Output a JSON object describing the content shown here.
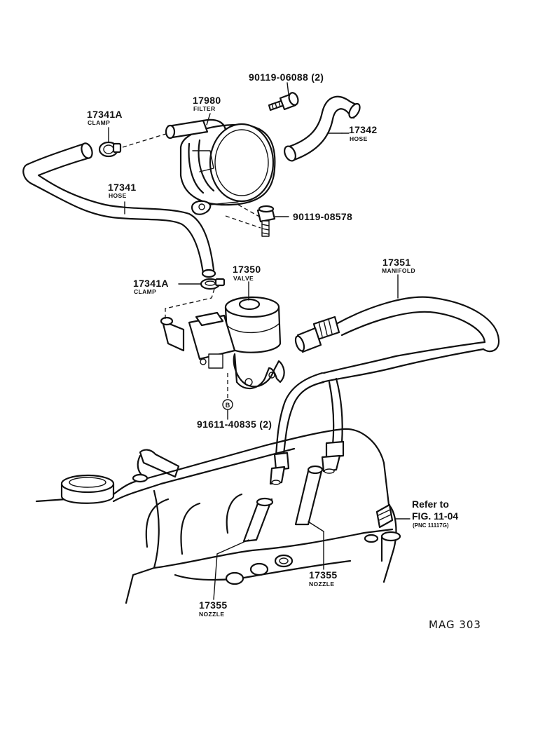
{
  "parts": {
    "bolt_top": {
      "number": "90119-06088 (2)"
    },
    "filter": {
      "number": "17980",
      "name": "FILTER"
    },
    "clamp_upper": {
      "number": "17341A",
      "name": "CLAMP"
    },
    "hose_17342": {
      "number": "17342",
      "name": "HOSE"
    },
    "hose_17341": {
      "number": "17341",
      "name": "HOSE"
    },
    "bolt_filter": {
      "number": "90119-08578"
    },
    "manifold": {
      "number": "17351",
      "name": "MANIFOLD"
    },
    "valve": {
      "number": "17350",
      "name": "VALVE"
    },
    "clamp_lower": {
      "number": "17341A",
      "name": "CLAMP"
    },
    "stud": {
      "callout": "B",
      "number": "91611-40835 (2)"
    },
    "nozzle_right": {
      "number": "17355",
      "name": "NOZZLE"
    },
    "nozzle_left": {
      "number": "17355",
      "name": "NOZZLE"
    }
  },
  "reference": {
    "line1": "Refer to",
    "line2": "FIG. 11-04",
    "line3": "(PNC 11117G)"
  },
  "footer_code": "MAG 303"
}
